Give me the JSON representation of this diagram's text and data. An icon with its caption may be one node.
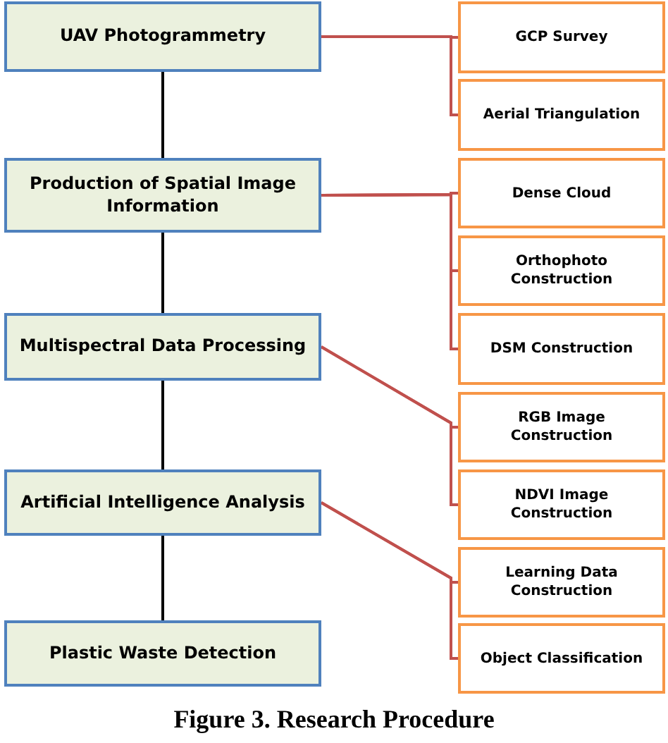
{
  "diagram": {
    "caption": "Figure 3. Research Procedure",
    "nodes": [
      {
        "text": [
          "UAV Photogrammetry"
        ]
      },
      {
        "text": [
          "Production of Spatial Image Information"
        ]
      },
      {
        "text": [
          "Multispectral Data Processing"
        ]
      },
      {
        "text": [
          "Artificial Intelligence Analysis"
        ]
      },
      {
        "text": [
          "Plastic Waste Detection"
        ]
      },
      {
        "text": [
          "GCP Survey"
        ]
      },
      {
        "text": [
          "Aerial Triangulation"
        ]
      },
      {
        "text": [
          "Dense Cloud"
        ]
      },
      {
        "text": [
          "Orthophoto Construction"
        ]
      },
      {
        "text": [
          "DSM Construction"
        ]
      },
      {
        "text": [
          "RGB Image Construction"
        ]
      },
      {
        "text": [
          "NDVI Image Construction"
        ]
      },
      {
        "text": [
          "Learning Data Construction"
        ]
      },
      {
        "text": [
          "Object Classification"
        ]
      }
    ],
    "edges": [
      {
        "from": 0,
        "to": 1,
        "arrow": "none",
        "color": "#000000"
      },
      {
        "from": 1,
        "to": 2,
        "arrow": "none",
        "color": "#000000"
      },
      {
        "from": 2,
        "to": 3,
        "arrow": "none",
        "color": "#000000"
      },
      {
        "from": 3,
        "to": 4,
        "arrow": "none",
        "color": "#000000"
      },
      {
        "from": 0,
        "to": 5,
        "arrow": "none"
      },
      {
        "from": 0,
        "to": 6,
        "arrow": "none"
      },
      {
        "from": 1,
        "to": 7,
        "arrow": "none"
      },
      {
        "from": 1,
        "to": 8,
        "arrow": "none"
      },
      {
        "from": 1,
        "to": 9,
        "arrow": "none"
      },
      {
        "from": 2,
        "to": 10,
        "arrow": "none"
      },
      {
        "from": 2,
        "to": 11,
        "arrow": "none"
      },
      {
        "from": 3,
        "to": 12,
        "arrow": "none"
      },
      {
        "from": 3,
        "to": 13,
        "arrow": "none"
      }
    ]
  }
}
